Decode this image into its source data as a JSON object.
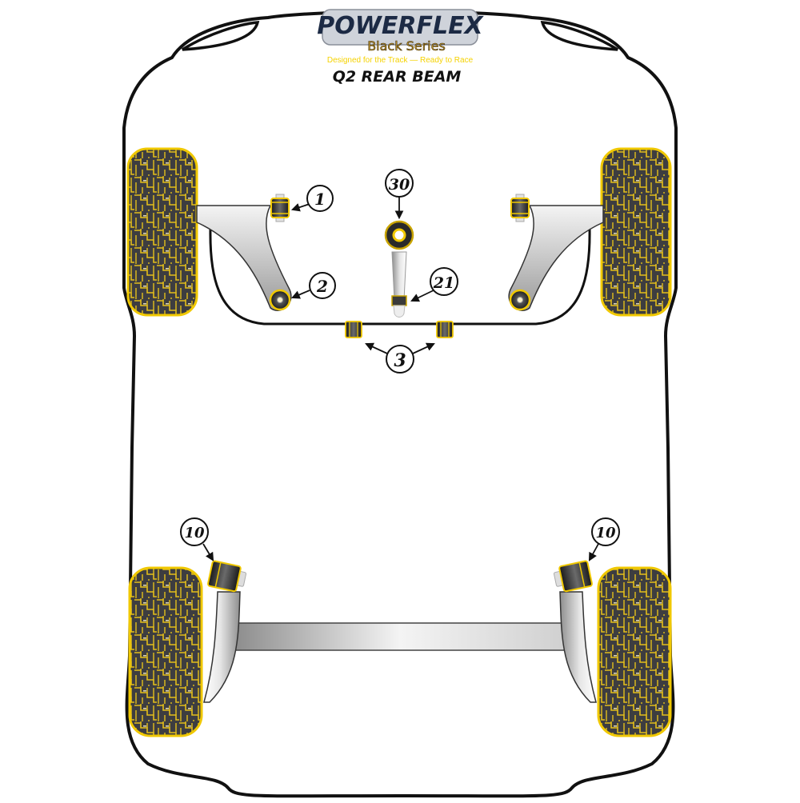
{
  "header": {
    "brand": "POWERFLEX",
    "series": "Black Series",
    "tagline": "Designed for the Track — Ready to Race",
    "title": "Q2 REAR BEAM"
  },
  "colors": {
    "outline": "#111111",
    "tire_fill": "#3d3d40",
    "tire_tread": "#e8c21a",
    "bush_yellow": "#f0c800",
    "bush_dark": "#2a2a2a",
    "metal_light": "#f2f2f2",
    "metal_dark": "#9a9a9a",
    "logo_blue": "#1c2a44",
    "logo_gold": "#c79a2a",
    "tagline_yellow": "#f5d200"
  },
  "callouts": [
    {
      "id": "1",
      "label": "1",
      "part": "front wishbone front bush"
    },
    {
      "id": "2",
      "label": "2",
      "part": "front wishbone rear bush"
    },
    {
      "id": "3",
      "label": "3",
      "part": "anti-roll bar bushes"
    },
    {
      "id": "21",
      "label": "21",
      "part": "dog bone mount lower"
    },
    {
      "id": "30",
      "label": "30",
      "part": "dog bone mount upper"
    },
    {
      "id": "10L",
      "label": "10",
      "part": "rear beam bush left"
    },
    {
      "id": "10R",
      "label": "10",
      "part": "rear beam bush right"
    }
  ]
}
